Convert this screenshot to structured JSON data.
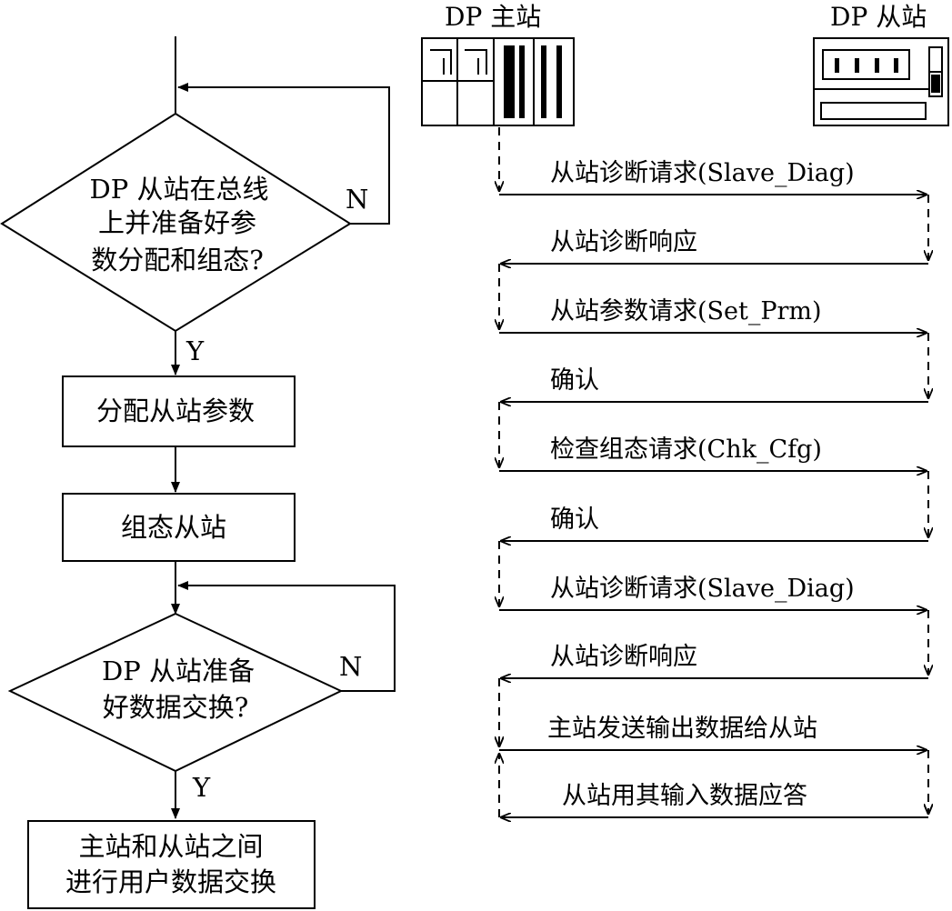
{
  "flowchart": {
    "decision1": {
      "line1": "DP 从站在总线",
      "line2": "上并准备好参",
      "line3": "数分配和组态?",
      "no_label": "N",
      "yes_label": "Y"
    },
    "step_assign": "分配从站参数",
    "step_config": "组态从站",
    "decision2": {
      "line1": "DP  从站准备",
      "line2": "好数据交换?",
      "no_label": "N",
      "yes_label": "Y"
    },
    "final": {
      "line1": "主站和从站之间",
      "line2": "进行用户数据交换"
    }
  },
  "sequence": {
    "master_label": "DP 主站",
    "slave_label": "DP 从站",
    "messages": [
      {
        "text": "从站诊断请求(Slave_Diag)",
        "direction": "master-to-slave"
      },
      {
        "text": "从站诊断响应",
        "direction": "slave-to-master"
      },
      {
        "text": "从站参数请求(Set_Prm)",
        "direction": "master-to-slave"
      },
      {
        "text": "确认",
        "direction": "slave-to-master"
      },
      {
        "text": "检查组态请求(Chk_Cfg)",
        "direction": "master-to-slave"
      },
      {
        "text": "确认",
        "direction": "slave-to-master"
      },
      {
        "text": "从站诊断请求(Slave_Diag)",
        "direction": "master-to-slave"
      },
      {
        "text": "从站诊断响应",
        "direction": "slave-to-master"
      },
      {
        "text": "主站发送输出数据给从站",
        "direction": "master-to-slave"
      },
      {
        "text": "从站用其输入数据应答",
        "direction": "slave-to-master"
      }
    ]
  }
}
